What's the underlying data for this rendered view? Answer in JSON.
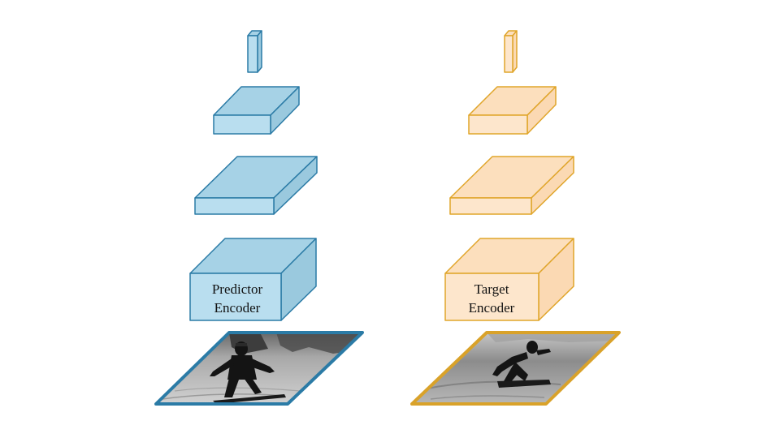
{
  "diagram": {
    "predictor": {
      "label_line1": "Predictor",
      "label_line2": "Encoder",
      "stroke_color": "#2b7ba6",
      "front_fill": "#b9deef",
      "top_fill": "#a6d2e6",
      "side_fill": "#9ac9de",
      "image_frame_color": "#2b7ba6",
      "image_description": "snowboarder standing on snow"
    },
    "target": {
      "label_line1": "Target",
      "label_line2": "Encoder",
      "stroke_color": "#e0a52a",
      "front_fill": "#fde6cc",
      "top_fill": "#fcdfbd",
      "side_fill": "#fbd9b3",
      "image_frame_color": "#d9a22a",
      "image_description": "snowboarder carving a turn"
    }
  }
}
